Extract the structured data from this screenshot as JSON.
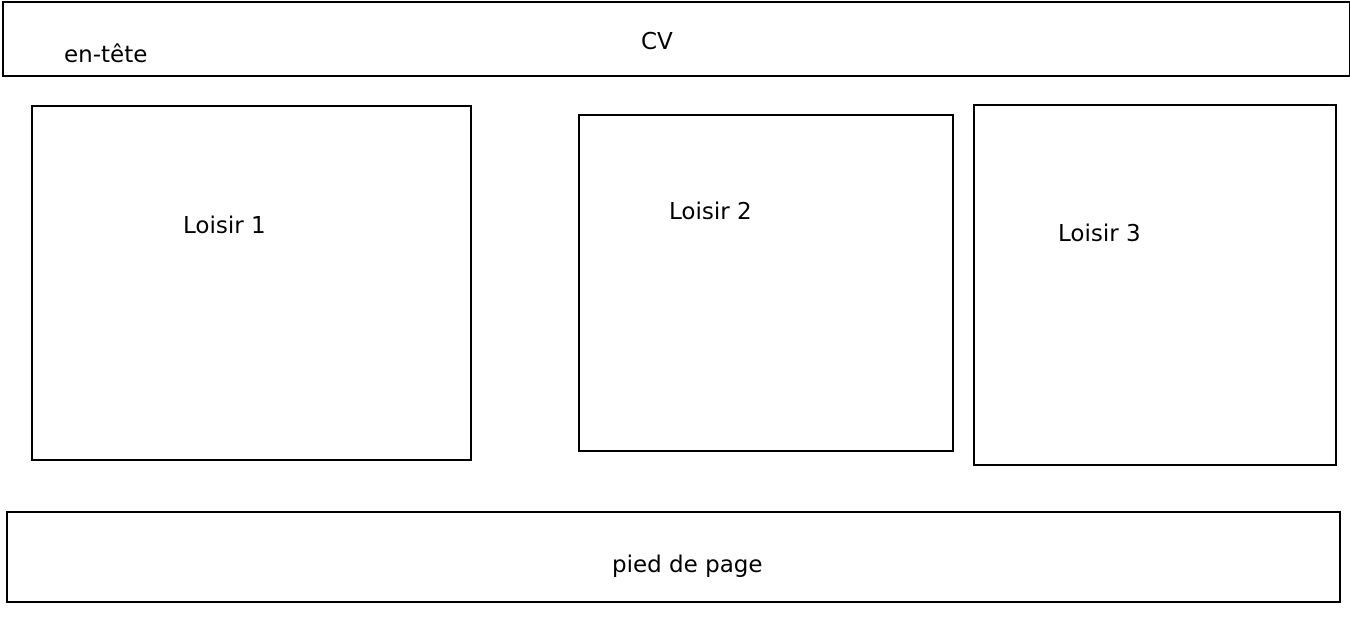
{
  "header": {
    "label": "en-tête",
    "title": "CV"
  },
  "loisirs": [
    {
      "label": "Loisir 1"
    },
    {
      "label": "Loisir 2"
    },
    {
      "label": "Loisir 3"
    }
  ],
  "footer": {
    "label": "pied de page"
  }
}
